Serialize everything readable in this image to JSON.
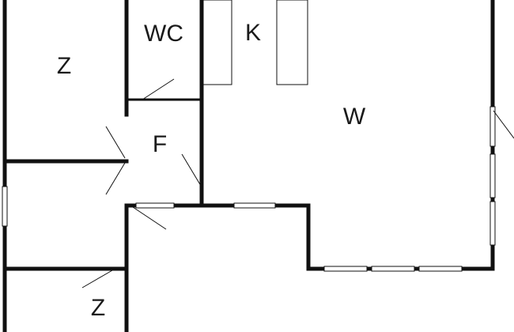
{
  "plan": {
    "rooms": {
      "wc": "WC",
      "kitchen": "K",
      "bedroom_top": "Z",
      "hall": "F",
      "living": "W",
      "bedroom_bottom": "Z"
    }
  }
}
